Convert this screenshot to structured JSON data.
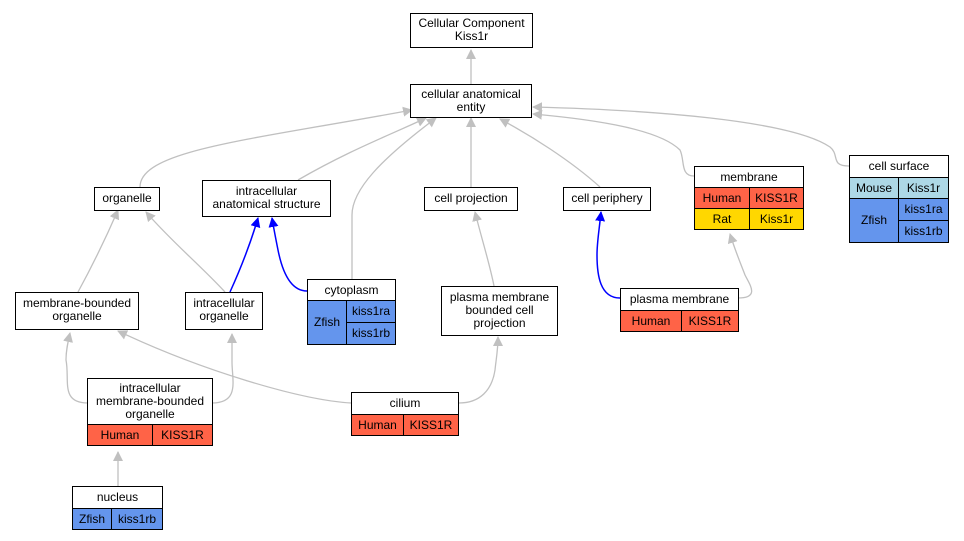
{
  "nodes": {
    "root": {
      "lines": [
        "Cellular Component",
        "Kiss1r"
      ]
    },
    "cae": {
      "lines": [
        "cellular anatomical",
        "entity"
      ]
    },
    "organelle": {
      "lines": [
        "organelle"
      ]
    },
    "ias": {
      "lines": [
        "intracellular",
        "anatomical structure"
      ]
    },
    "cellproj": {
      "lines": [
        "cell projection"
      ]
    },
    "cellper": {
      "lines": [
        "cell periphery"
      ]
    },
    "membrane": {
      "lines": [
        "membrane"
      ],
      "rows": [
        [
          "Human",
          "KISS1R"
        ],
        [
          "Rat",
          "Kiss1r"
        ]
      ]
    },
    "cellsurf": {
      "lines": [
        "cell surface"
      ],
      "rows": [
        [
          "Mouse",
          "Kiss1r"
        ]
      ],
      "zfish": {
        "species": "Zfish",
        "genes": [
          "kiss1ra",
          "kiss1rb"
        ]
      }
    },
    "mbo": {
      "lines": [
        "membrane-bounded",
        "organelle"
      ]
    },
    "io": {
      "lines": [
        "intracellular",
        "organelle"
      ]
    },
    "cytoplasm": {
      "lines": [
        "cytoplasm"
      ],
      "zfish": {
        "species": "Zfish",
        "genes": [
          "kiss1ra",
          "kiss1rb"
        ]
      }
    },
    "pmbcp": {
      "lines": [
        "plasma membrane",
        "bounded cell",
        "projection"
      ]
    },
    "pm": {
      "lines": [
        "plasma membrane"
      ],
      "rows": [
        [
          "Human",
          "KISS1R"
        ]
      ]
    },
    "imbo": {
      "lines": [
        "intracellular",
        "membrane-bounded",
        "organelle"
      ],
      "rows": [
        [
          "Human",
          "KISS1R"
        ]
      ]
    },
    "cilium": {
      "lines": [
        "cilium"
      ],
      "rows": [
        [
          "Human",
          "KISS1R"
        ]
      ]
    },
    "nucleus": {
      "lines": [
        "nucleus"
      ],
      "rows": [
        [
          "Zfish",
          "kiss1rb"
        ]
      ]
    }
  },
  "colors": {
    "edge_default": "#c0c0c0",
    "edge_highlight": "#0000ff",
    "human": "#ff6347",
    "rat": "#ffd700",
    "zfish": "#6495ed",
    "mouse": "#add8e6"
  }
}
